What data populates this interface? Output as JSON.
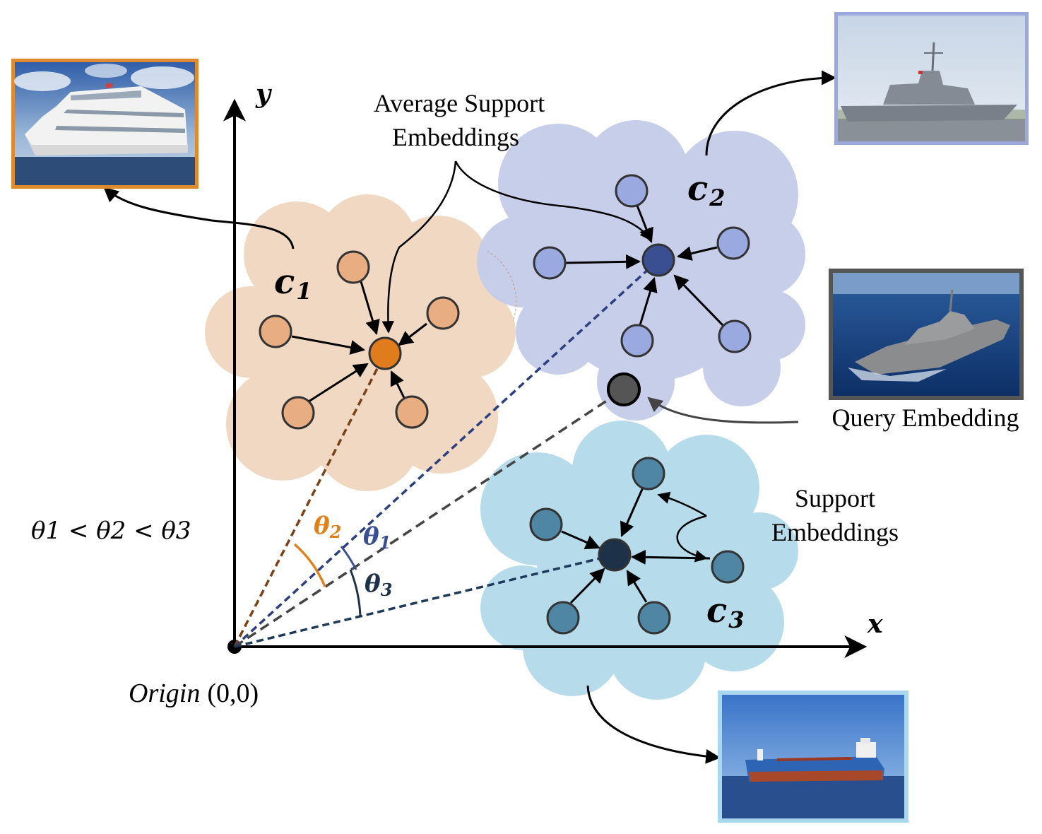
{
  "labels": {
    "avg_support": [
      "Average Support",
      "Embeddings"
    ],
    "query": "Query Embedding",
    "support": [
      "Support",
      "Embeddings"
    ],
    "origin_italic": "Origin",
    "origin_coords": "(0,0)",
    "axis_x": "x",
    "axis_y": "y",
    "inequality": "θ1 <  θ2 <  θ3"
  },
  "clusters": [
    {
      "name": "c1",
      "letter": "c",
      "subscript": "1",
      "color": "#f0d2b8",
      "node_fill": "#e8ae82",
      "center_fill": "#e07c1c",
      "image": "cruise-ship"
    },
    {
      "name": "c2",
      "letter": "c",
      "subscript": "2",
      "color": "#c3cdea",
      "node_fill": "#9aa9e0",
      "center_fill": "#3a4e92",
      "image": "destroyer-warship"
    },
    {
      "name": "c3",
      "letter": "c",
      "subscript": "3",
      "color": "#b5dcec",
      "node_fill": "#4f86a4",
      "center_fill": "#1d3148",
      "image": "cargo-ship"
    }
  ],
  "angles": [
    {
      "name": "θ1",
      "symbol": "θ",
      "subscript": "1",
      "color": "#3a4e92"
    },
    {
      "name": "θ2",
      "symbol": "θ",
      "subscript": "2",
      "color": "#e0821c"
    },
    {
      "name": "θ3",
      "symbol": "θ",
      "subscript": "3",
      "color": "#1d3148"
    }
  ],
  "query_image": "query-warship",
  "colors": {
    "axis": "#000000",
    "query_node": "#555555",
    "line_c1": "#7a4018",
    "line_c2": "#2c3f7e",
    "line_query": "#444444",
    "line_c3": "#1d3a5a",
    "frame_c1": "#e08a30",
    "frame_c2": "#9aa8dc",
    "frame_query": "#555555",
    "frame_c3": "#a9d8ee"
  }
}
